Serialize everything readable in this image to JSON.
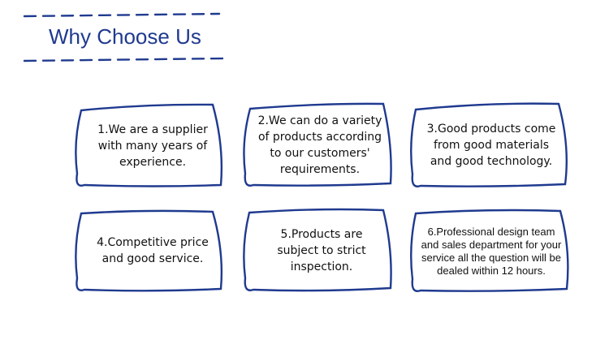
{
  "header": {
    "title": "Why Choose Us",
    "accent_color": "#1f3a8f"
  },
  "cards": [
    {
      "text": "1.We are a supplier with many years of experience."
    },
    {
      "text": "2.We can do a variety of products according to our customers' requirements."
    },
    {
      "text": "3.Good products come from good materials and good technology."
    },
    {
      "text": "4.Competitive price and good service."
    },
    {
      "text": "5.Products are subject to strict inspection."
    },
    {
      "text": "6.Professional design team and sales department for your service all the question will be dealed within 12 hours."
    }
  ]
}
